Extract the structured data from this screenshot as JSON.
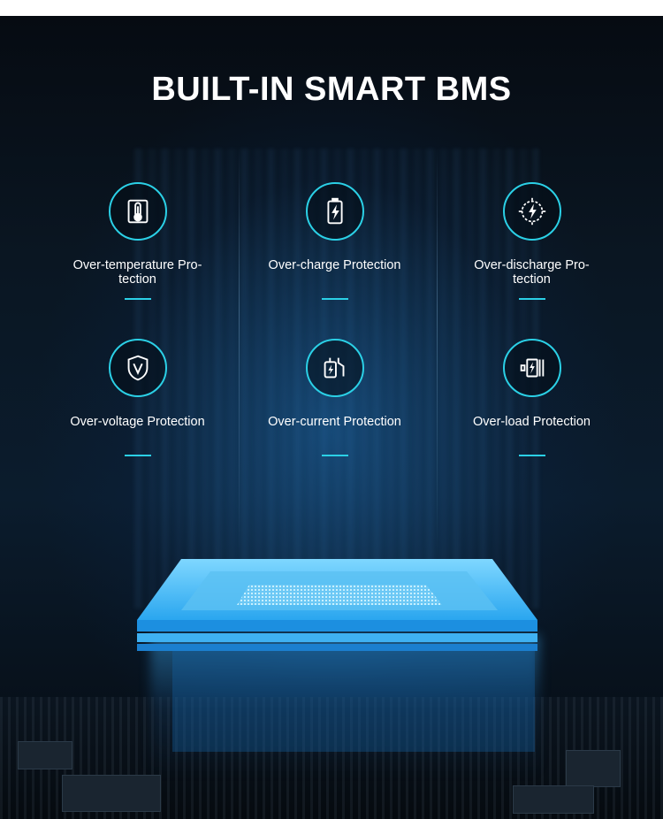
{
  "title": "BUILT-IN SMART BMS",
  "accent_color": "#2bd0e6",
  "features": [
    {
      "label": "Over-temperature Pro-\ntection",
      "icon": "thermometer-icon"
    },
    {
      "label": "Over-charge Protection",
      "icon": "battery-charge-icon"
    },
    {
      "label": "Over-discharge Pro-\ntection",
      "icon": "discharge-burst-icon"
    },
    {
      "label": "Over-voltage Protection",
      "icon": "shield-v-icon"
    },
    {
      "label": "Over-current Protection",
      "icon": "current-circuit-icon"
    },
    {
      "label": "Over-load Protection",
      "icon": "load-bars-icon"
    }
  ]
}
